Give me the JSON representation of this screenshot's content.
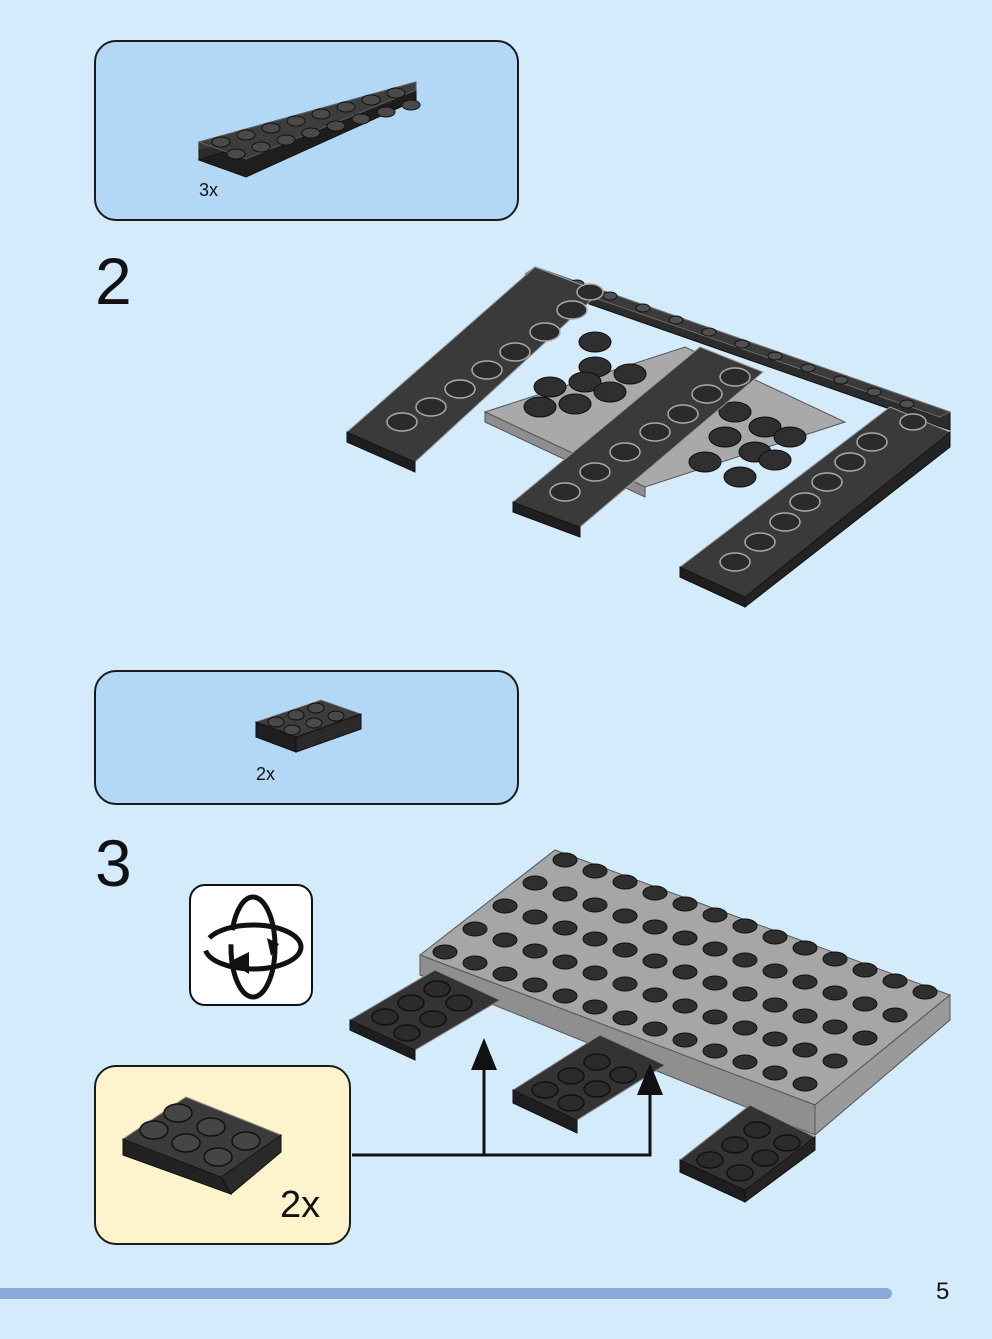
{
  "steps": [
    {
      "number": "2",
      "parts_quantity": "3x"
    },
    {
      "number": "3",
      "parts_quantity": "2x",
      "subassembly_quantity": "2x"
    }
  ],
  "icons": {
    "rotate": "rotate-model-icon"
  },
  "colors": {
    "background": "#d3ebfb",
    "parts_box": "#b3d8f6",
    "subassembly_box": "#fdf4cd",
    "brick_black": "#2e2e2e",
    "brick_grey": "#a9a9a9",
    "progress_bar": "#8ba9d9"
  },
  "page": {
    "number": "5"
  }
}
